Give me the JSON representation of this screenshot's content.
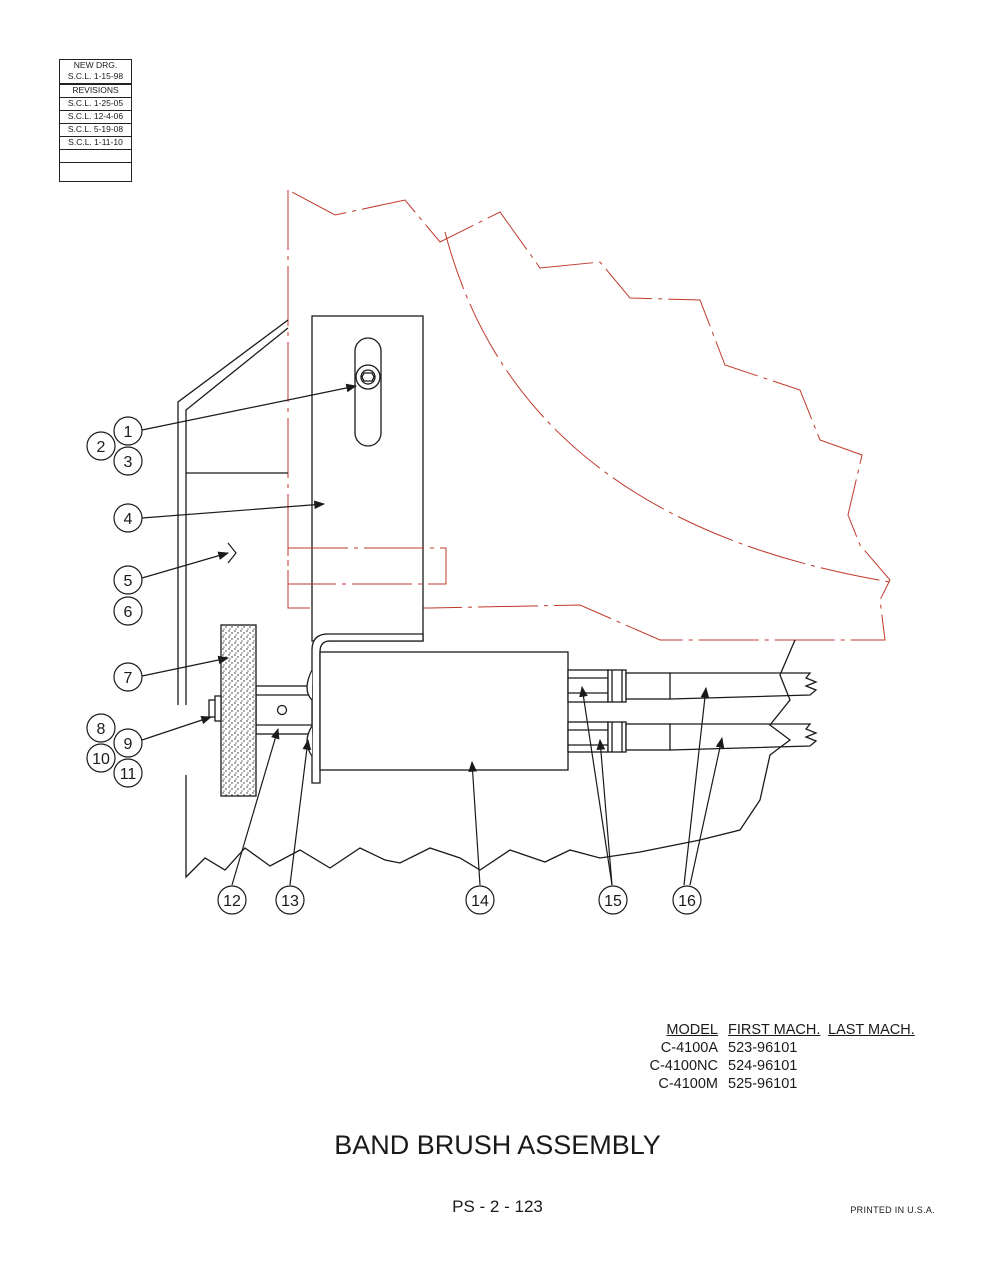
{
  "revision_block": {
    "new_drawing_label": "NEW DRG.",
    "new_drawing_date": "S.C.L. 1-15-98",
    "revisions_label": "REVISIONS",
    "revisions": [
      "S.C.L. 1-25-05",
      "S.C.L. 12-4-06",
      "S.C.L. 5-19-08",
      "S.C.L. 1-11-10"
    ]
  },
  "callouts": {
    "c1": "1",
    "c2": "2",
    "c3": "3",
    "c4": "4",
    "c5": "5",
    "c6": "6",
    "c7": "7",
    "c8": "8",
    "c9": "9",
    "c10": "10",
    "c11": "11",
    "c12": "12",
    "c13": "13",
    "c14": "14",
    "c15": "15",
    "c16": "16"
  },
  "model_table": {
    "headers": [
      "MODEL",
      "FIRST MACH.",
      "LAST MACH."
    ],
    "rows": [
      {
        "model": "C-4100A",
        "first": "523-96101",
        "last": ""
      },
      {
        "model": "C-4100NC",
        "first": "524-96101",
        "last": ""
      },
      {
        "model": "C-4100M",
        "first": "525-96101",
        "last": ""
      }
    ]
  },
  "title": "BAND BRUSH ASSEMBLY",
  "page_number": "PS - 2 - 123",
  "printed_note": "PRINTED IN U.S.A.",
  "colors": {
    "line": "#1a1a1a",
    "phantom": "#c0392b"
  }
}
